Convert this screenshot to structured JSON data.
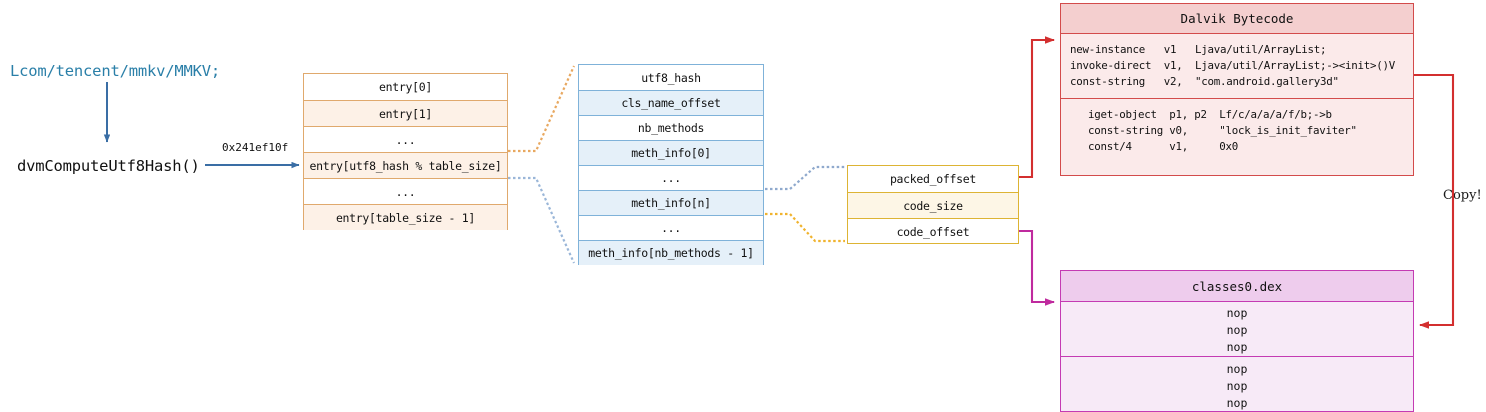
{
  "diagram": {
    "title": "DEX hash table lookup and bytecode copy flow",
    "colors": {
      "entry_border": "#e0a96d",
      "classdef_border": "#7fb2d9",
      "codeitem_border": "#ddb434",
      "dalvik_border": "#d34b4b",
      "dex_border": "#c43bb3",
      "blue_arrow": "#3a6ea5",
      "class_text": "#2a7fa8"
    }
  },
  "input": {
    "class_descriptor": "Lcom/tencent/mmkv/MMKV;",
    "hash_function": "dvmComputeUtf8Hash()",
    "hash_value": "0x241ef10f"
  },
  "entry_table": {
    "name": "hash-entry-table",
    "rows": [
      "entry[0]",
      "entry[1]",
      "...",
      "entry[utf8_hash % table_size]",
      "...",
      "entry[table_size - 1]"
    ],
    "highlighted_index": 3
  },
  "classdef_table": {
    "name": "class-def-table",
    "rows": [
      "utf8_hash",
      "cls_name_offset",
      "nb_methods",
      "meth_info[0]",
      "...",
      "meth_info[n]",
      "...",
      "meth_info[nb_methods - 1]"
    ]
  },
  "codeitem_table": {
    "name": "code-item-table",
    "rows": [
      "packed_offset",
      "code_size",
      "code_offset"
    ]
  },
  "dalvik_panel": {
    "title": "Dalvik Bytecode",
    "block_one": "new-instance   v1   Ljava/util/ArrayList;\ninvoke-direct  v1,  Ljava/util/ArrayList;-><init>()V\nconst-string   v2,  \"com.android.gallery3d\"",
    "block_two": "iget-object  p1, p2  Lf/c/a/a/a/f/b;->b\nconst-string v0,     \"lock_is_init_faviter\"\nconst/4      v1,     0x0"
  },
  "dex_panel": {
    "title": "classes0.dex",
    "block_one": "nop\nnop\nnop",
    "block_two": "nop\nnop\nnop"
  },
  "annotations": {
    "copy_label": "Copy!"
  }
}
